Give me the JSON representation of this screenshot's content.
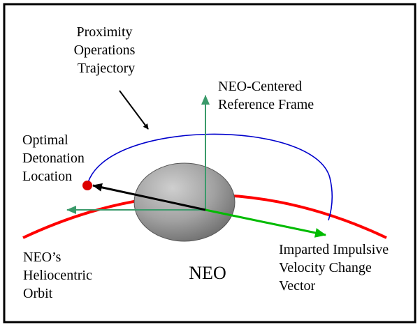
{
  "labels": {
    "trajectory": [
      "Proximity",
      "Operations",
      "Trajectory"
    ],
    "frame": [
      "NEO-Centered",
      "Reference Frame"
    ],
    "detonation": [
      "Optimal",
      "Detonation",
      "Location"
    ],
    "orbit": [
      "NEO’s",
      "Heliocentric",
      "Orbit"
    ],
    "neo": "NEO",
    "impulse": [
      "Imparted Impulsive",
      "Velocity Change",
      "Vector"
    ]
  },
  "colors": {
    "frame_border": "#000000",
    "orbit": "#ff0000",
    "trajectory": "#0000cc",
    "reference_axes": "#3a9a6a",
    "detonation_vector": "#000000",
    "velocity_vector": "#00bb00",
    "detonation_point": "#dd0000"
  }
}
